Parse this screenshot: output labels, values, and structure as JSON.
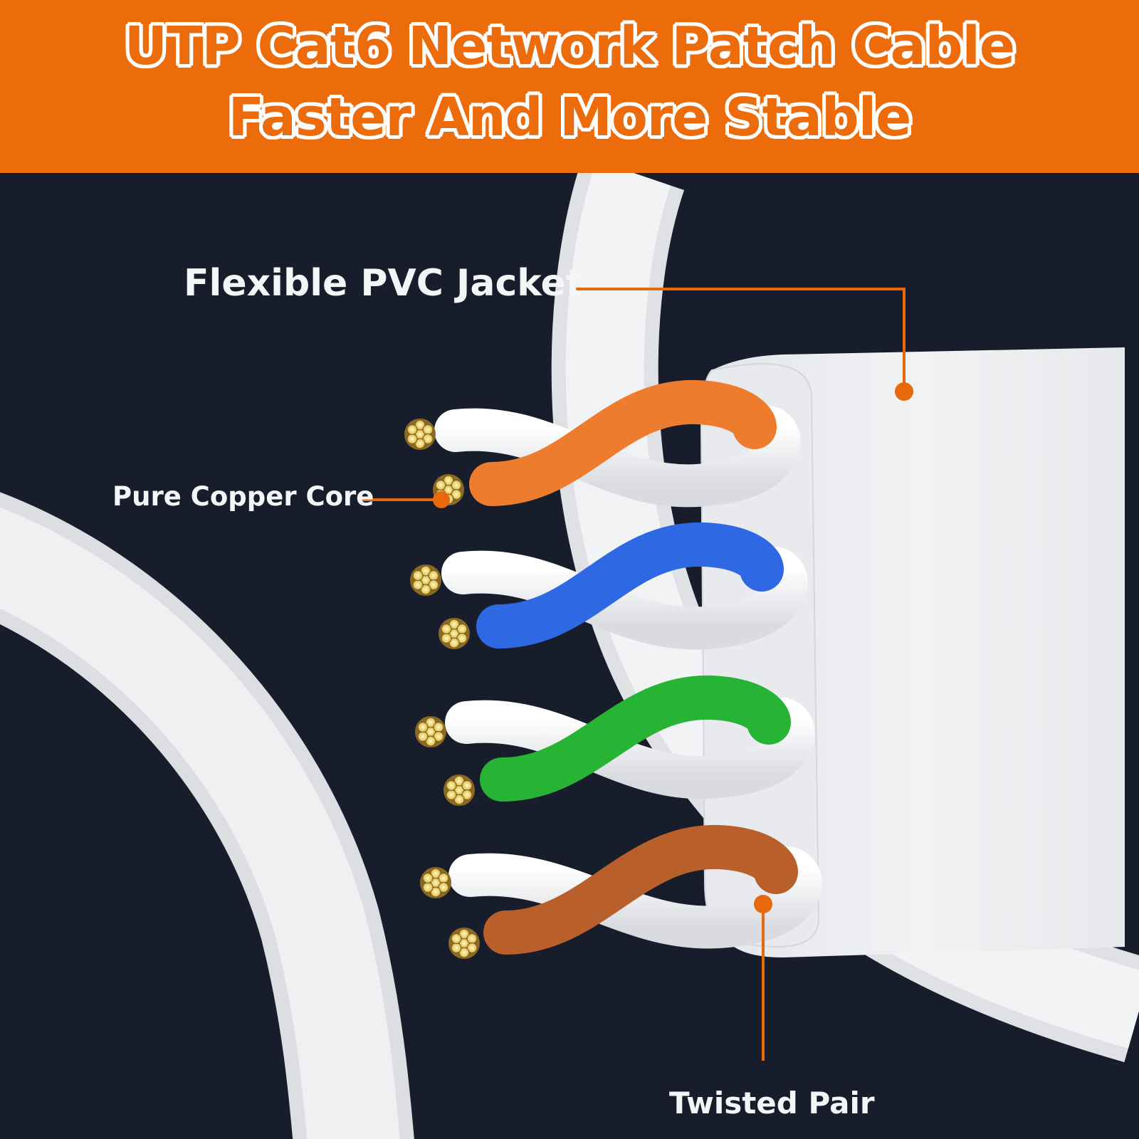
{
  "banner": {
    "title_line_1": "UTP Cat6 Network Patch Cable",
    "title_line_2": "Faster And More Stable",
    "background_color": "#ec6b0a"
  },
  "callouts": {
    "jacket_label": "Flexible PVC Jacket",
    "copper_label": "Pure Copper Core",
    "twisted_label": "Twisted Pair",
    "leader_color": "#e8690c"
  },
  "pairs": [
    {
      "color_name": "orange",
      "color": "#ee7c2e"
    },
    {
      "color_name": "blue",
      "color": "#2f68e3"
    },
    {
      "color_name": "green",
      "color": "#27b334"
    },
    {
      "color_name": "brown",
      "color": "#b85f2b"
    }
  ]
}
